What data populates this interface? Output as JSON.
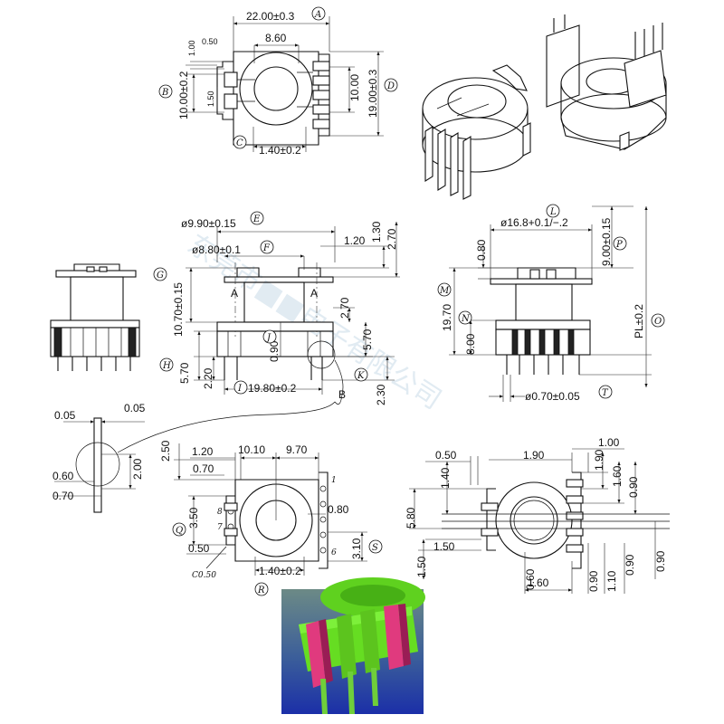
{
  "top_view": {
    "width": "22.00±0.3",
    "window": "8.60",
    "small_a": "1.00",
    "small_b": "0.50",
    "left_h": "10.00±0.2",
    "left_small": "1.50",
    "inner_h": "10.00",
    "outer_h": "19.00±0.3",
    "pin_w": "1.40±0.2",
    "tags": [
      "A",
      "B",
      "C",
      "D"
    ]
  },
  "front_view": {
    "flange_d": "ø9.90±0.15",
    "core_d": "ø8.80±0.1",
    "right_1": "1.20",
    "right_2": "1.30",
    "right_3": "2.70",
    "height": "10.70±0.15",
    "mid_h": "2.70",
    "base_h": "5.70",
    "pin_d": "0.90",
    "left_1": "5.70",
    "left_2": "2.20",
    "pitch_row": "19.80±0.2",
    "pin_len": "2.30",
    "sec_a": "A",
    "sec_b": "B",
    "tags": [
      "E",
      "F",
      "G",
      "H",
      "I",
      "J",
      "K"
    ]
  },
  "side_view": {
    "flange_d": "ø16.8+0.1/−.2",
    "top_h": "0.80",
    "upper_h": "9.00±0.15",
    "total_h": "19.70",
    "base_h": "8.00",
    "pin_len": "PL±0.2",
    "pin_d": "ø0.70±0.05",
    "tags": [
      "L",
      "M",
      "N",
      "O",
      "P",
      "T"
    ]
  },
  "detail": {
    "a": "0.05",
    "b": "0.05",
    "c": "0.60",
    "d": "0.70",
    "e": "2.00"
  },
  "bottom_view": {
    "a": "2.50",
    "b": "1.20",
    "c": "10.10",
    "d": "9.70",
    "e": "0.70",
    "f": "3.50",
    "g": "0.80",
    "h": "0.50",
    "chamfer": "C0.50",
    "pin_w": "1.40±0.2",
    "j": "3.10",
    "pin_labels": [
      "1",
      "8",
      "7",
      "6"
    ],
    "tags": [
      "Q",
      "R",
      "S"
    ]
  },
  "pcb_view": {
    "a": "0.50",
    "b": "1.90",
    "c": "1.00",
    "d": "1.90",
    "e": "1.40",
    "f": "1.60",
    "g": "0.90",
    "h": "5.80",
    "i": "1.50",
    "j": "1.50",
    "k": "0.60",
    "l": "1.60",
    "m": "0.90",
    "n": "1.10",
    "o": "0.90",
    "p": "0.90"
  },
  "watermark": "东莞市■■电子有限公司",
  "colors": {
    "render_bg_top": "#6c8a86",
    "render_bg_bottom": "#1b2fa8",
    "body_green": "#66dd22",
    "pin_pink": "#e03a7e",
    "ink": "#111111"
  }
}
